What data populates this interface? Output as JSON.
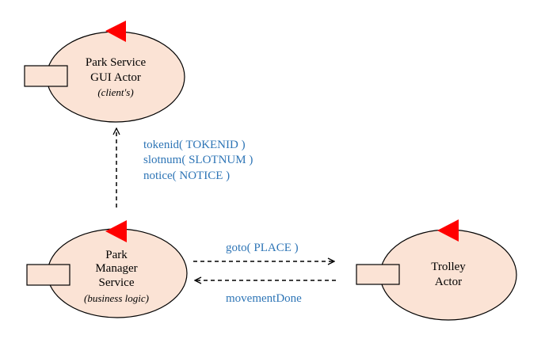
{
  "colors": {
    "actor_fill": "#fbe3d5",
    "stroke": "#000000",
    "flag": "#ff0000",
    "message_text": "#2e75b6"
  },
  "actors": {
    "gui": {
      "line1": "Park Service",
      "line2": "GUI Actor",
      "sub": "(client's)"
    },
    "manager": {
      "line1": "Park",
      "line2": "Manager",
      "line3": "Service",
      "sub": "(business logic)"
    },
    "trolley": {
      "line1": "Trolley",
      "line2": "Actor"
    }
  },
  "messages": {
    "to_gui": [
      "tokenid( TOKENID )",
      "slotnum( SLOTNUM )",
      "notice( NOTICE )"
    ],
    "goto": "goto( PLACE )",
    "movement_done": "movementDone"
  }
}
